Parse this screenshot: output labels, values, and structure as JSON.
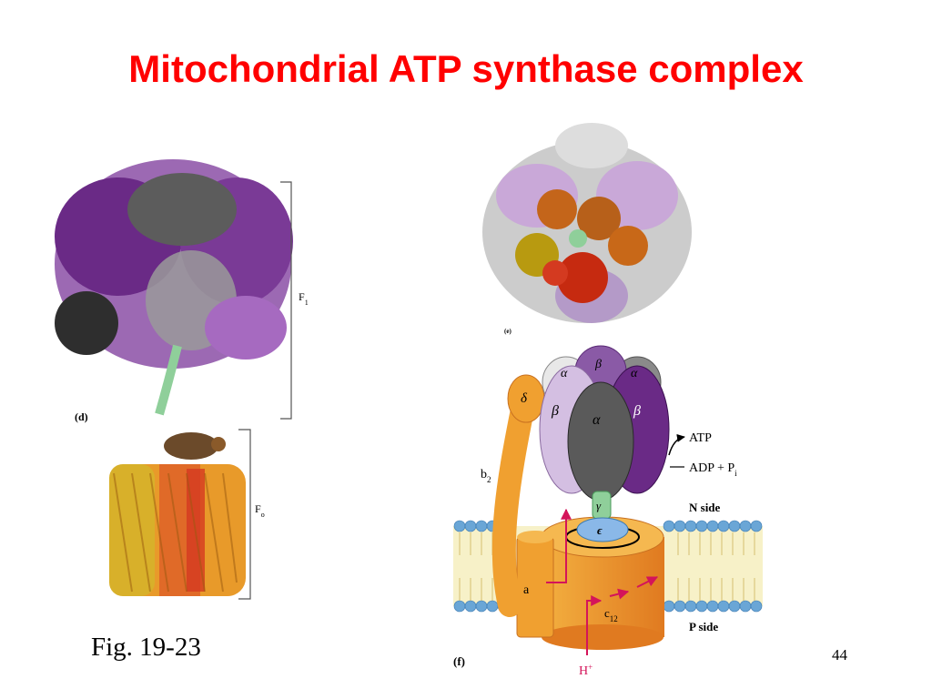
{
  "slide": {
    "title": "Mitochondrial ATP synthase complex",
    "caption": "Fig. 19-23",
    "page_number": "44"
  },
  "panels": {
    "d": {
      "label": "(d)",
      "f1_label": "F",
      "f1_sub": "1",
      "fo_label": "F",
      "fo_sub": "o"
    },
    "e": {
      "label": "(e)"
    },
    "f": {
      "label": "(f)",
      "subunits": {
        "delta": "δ",
        "alpha": "α",
        "beta": "β",
        "gamma": "γ",
        "epsilon": "ϵ",
        "b2": "b",
        "b2_sub": "2",
        "a": "a",
        "c12": "c",
        "c12_sub": "12"
      },
      "atp": "ATP",
      "adp_pi": "ADP + P",
      "adp_pi_sub": "i",
      "n_side": "N side",
      "p_side": "P side",
      "proton": "H",
      "proton_sup": "+"
    }
  },
  "colors": {
    "title": "#ff0000",
    "purple": "#7a2a8c",
    "light_purple": "#c9b2d8",
    "dark_gray": "#4a4a4a",
    "gray": "#9a9a9a",
    "green": "#8fcf9a",
    "orange": "#f0a030",
    "proton_arrow": "#d4145a",
    "membrane_head": "#6aa6d6"
  }
}
